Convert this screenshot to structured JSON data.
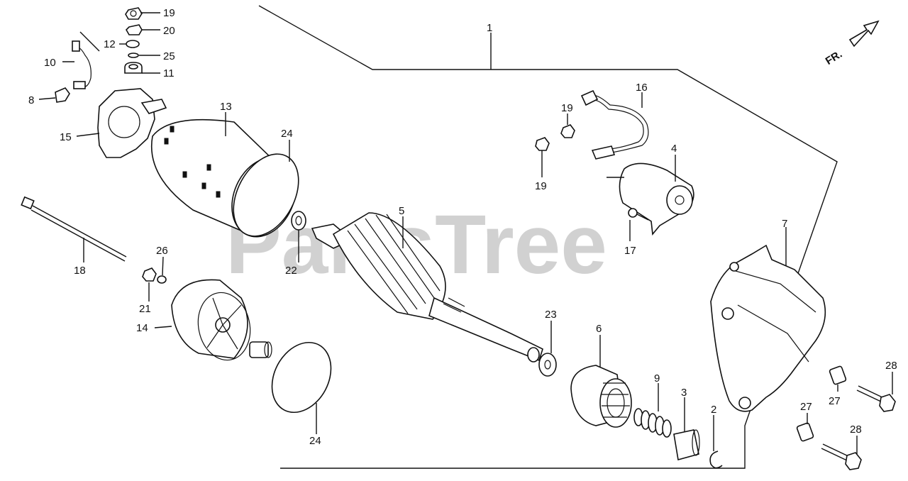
{
  "watermark": "PartsTree",
  "direction_marker": "FR.",
  "callouts": {
    "c1": "1",
    "c2": "2",
    "c3": "3",
    "c4": "4",
    "c5": "5",
    "c6": "6",
    "c7": "7",
    "c8": "8",
    "c9": "9",
    "c10": "10",
    "c11": "11",
    "c12": "12",
    "c13": "13",
    "c14": "14",
    "c15": "15",
    "c16": "16",
    "c17": "17",
    "c18": "18",
    "c19a": "19",
    "c19b": "19",
    "c19c": "19",
    "c20": "20",
    "c21": "21",
    "c22": "22",
    "c23": "23",
    "c24a": "24",
    "c24b": "24",
    "c25": "25",
    "c26": "26",
    "c27a": "27",
    "c27b": "27",
    "c28a": "28",
    "c28b": "28"
  }
}
